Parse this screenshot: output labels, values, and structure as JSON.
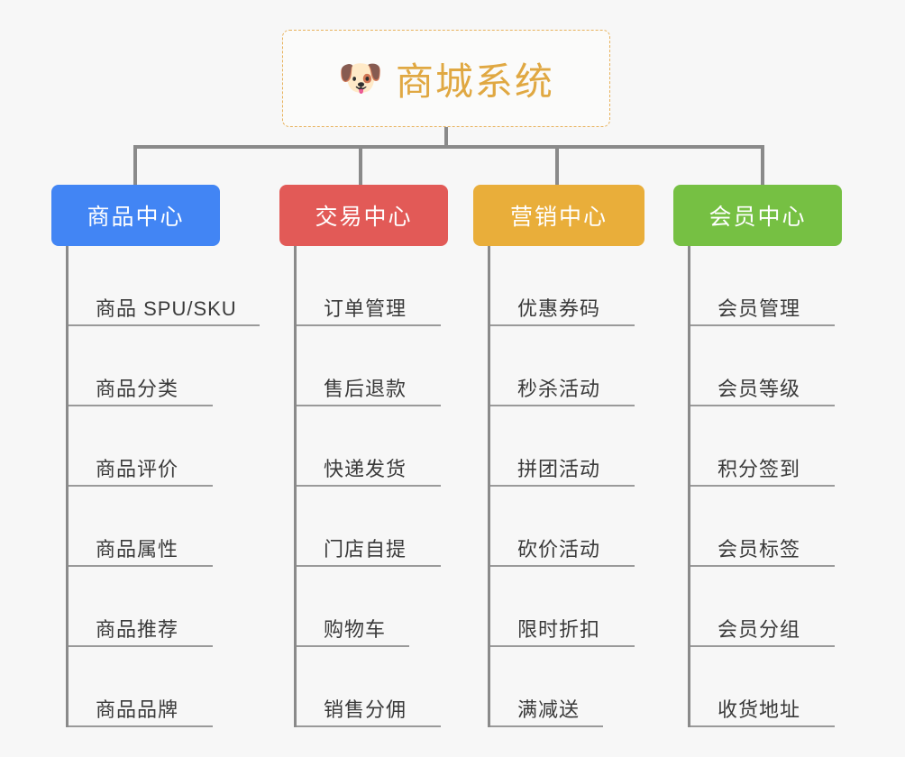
{
  "page": {
    "background_color": "#f7f7f7",
    "connector_color": "#8a8a8a"
  },
  "root": {
    "icon": "shiba-dog-emoji",
    "emoji": "🐶",
    "title": "商城系统",
    "title_color": "#e0a842",
    "border_color": "#e8b25c",
    "border_style": "dashed"
  },
  "columns": [
    {
      "id": "product-center",
      "label": "商品中心",
      "color": "#4285f4",
      "items": [
        {
          "label": "商品 SPU/SKU",
          "rule": "w-5"
        },
        {
          "label": "商品分类",
          "rule": "w-4"
        },
        {
          "label": "商品评价",
          "rule": "w-4"
        },
        {
          "label": "商品属性",
          "rule": "w-4"
        },
        {
          "label": "商品推荐",
          "rule": "w-4"
        },
        {
          "label": "商品品牌",
          "rule": "w-4"
        }
      ]
    },
    {
      "id": "trade-center",
      "label": "交易中心",
      "color": "#e25a57",
      "items": [
        {
          "label": "订单管理",
          "rule": "w-4"
        },
        {
          "label": "售后退款",
          "rule": "w-4"
        },
        {
          "label": "快递发货",
          "rule": "w-4"
        },
        {
          "label": "门店自提",
          "rule": "w-4"
        },
        {
          "label": "购物车",
          "rule": "w-3"
        },
        {
          "label": "销售分佣",
          "rule": "w-4"
        }
      ]
    },
    {
      "id": "marketing-center",
      "label": "营销中心",
      "color": "#e9ae3a",
      "items": [
        {
          "label": "优惠券码",
          "rule": "w-4"
        },
        {
          "label": "秒杀活动",
          "rule": "w-4"
        },
        {
          "label": "拼团活动",
          "rule": "w-4"
        },
        {
          "label": "砍价活动",
          "rule": "w-4"
        },
        {
          "label": "限时折扣",
          "rule": "w-4"
        },
        {
          "label": "满减送",
          "rule": "w-3"
        }
      ]
    },
    {
      "id": "member-center",
      "label": "会员中心",
      "color": "#76c043",
      "items": [
        {
          "label": "会员管理",
          "rule": "w-4"
        },
        {
          "label": "会员等级",
          "rule": "w-4"
        },
        {
          "label": "积分签到",
          "rule": "w-4"
        },
        {
          "label": "会员标签",
          "rule": "w-4"
        },
        {
          "label": "会员分组",
          "rule": "w-4"
        },
        {
          "label": "收货地址",
          "rule": "w-4"
        }
      ]
    }
  ]
}
